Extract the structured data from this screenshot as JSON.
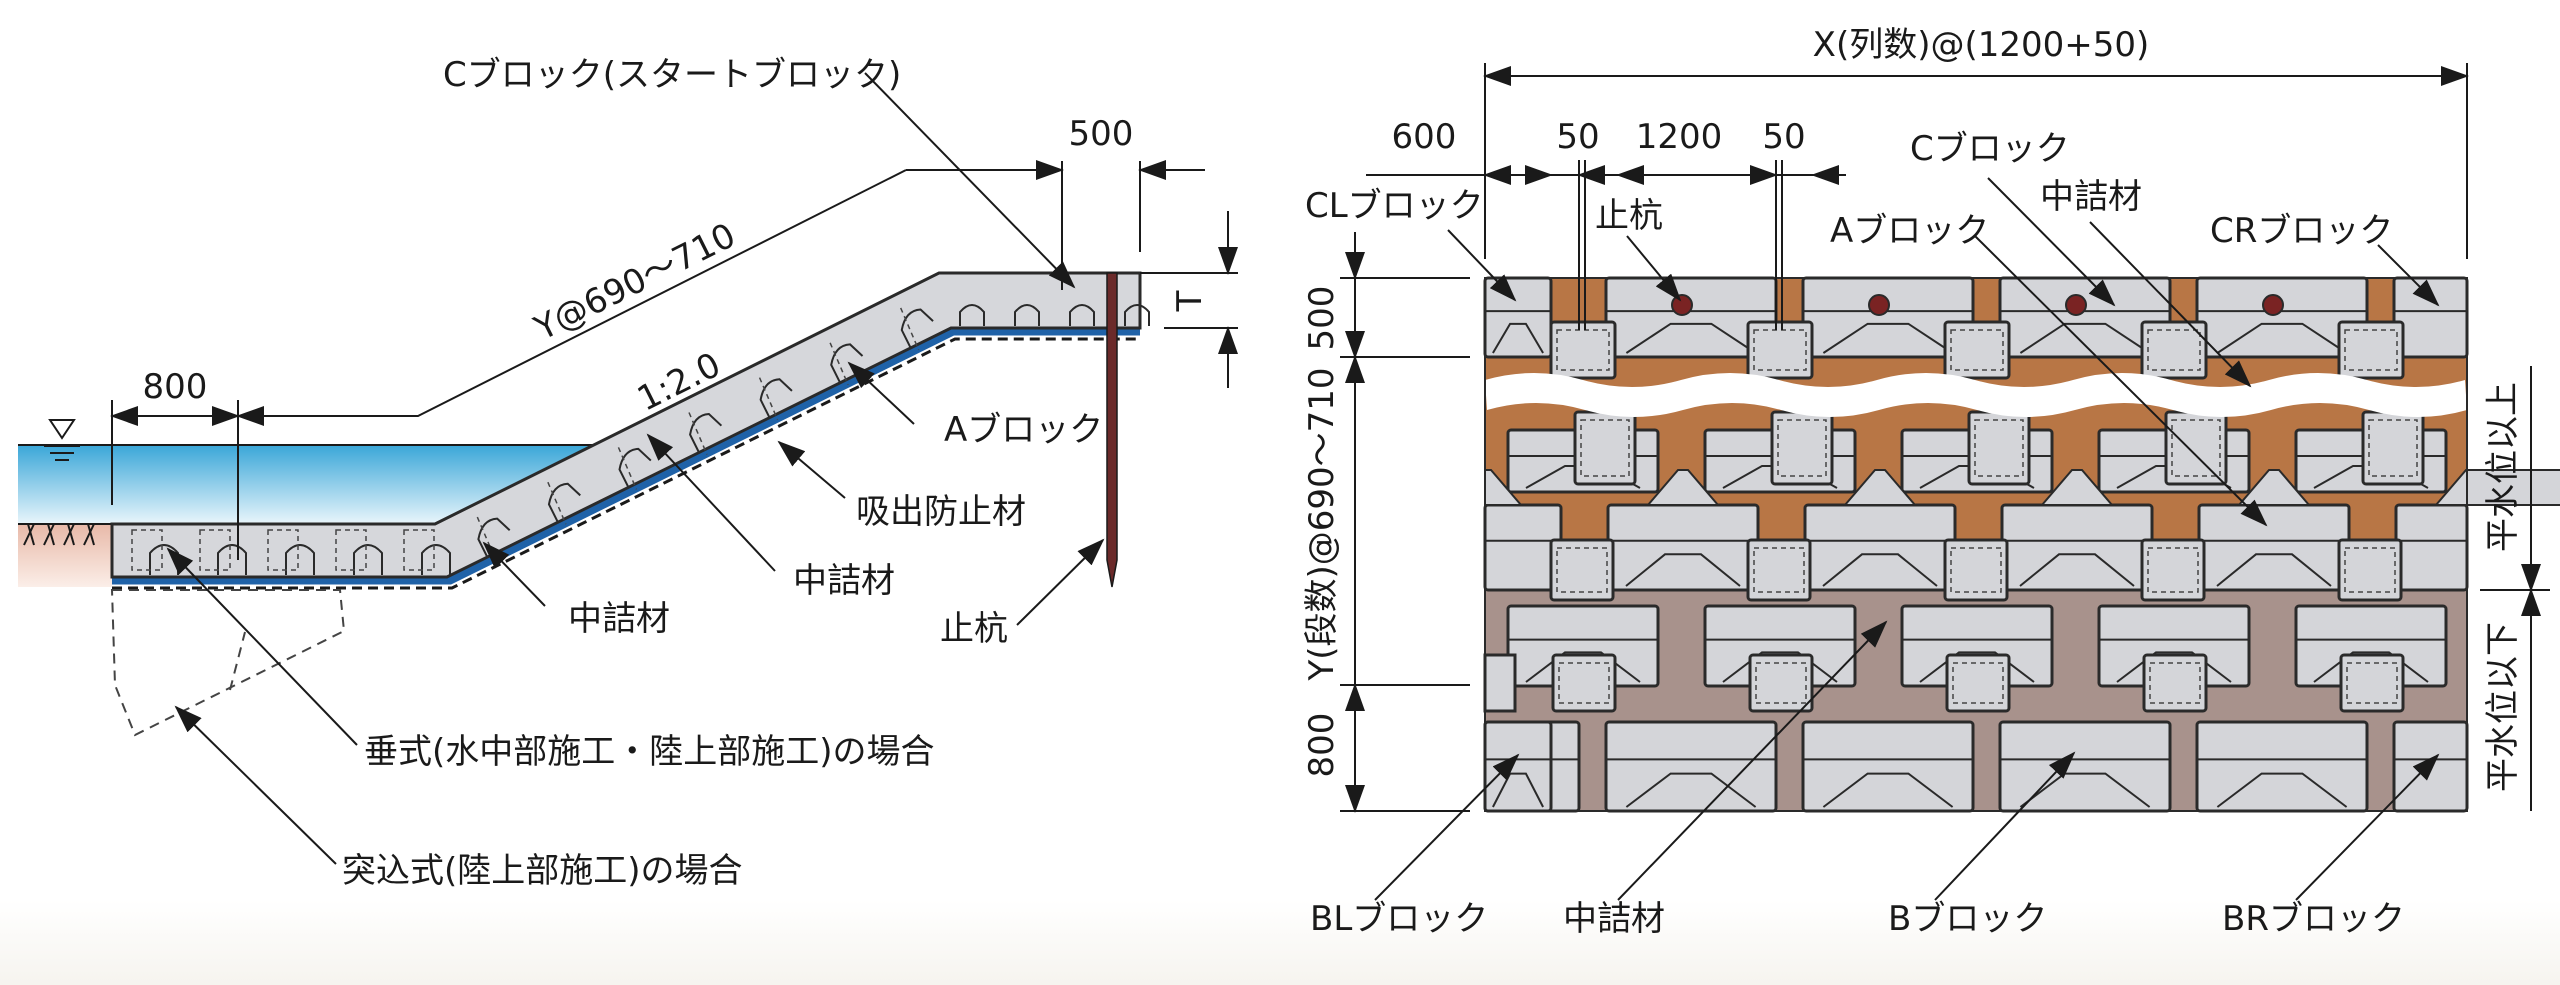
{
  "section_view": {
    "labels": {
      "c_block_start": "Cブロック(スタートブロック)",
      "dim_500": "500",
      "dim_T": "T",
      "dim_y": "Y@690～710",
      "dim_800": "800",
      "slope": "1:2.0",
      "a_block": "Aブロック",
      "anti_suction": "吸出防止材",
      "filler_1": "中詰材",
      "filler_2": "中詰材",
      "stake": "止杭",
      "vertical_case": "垂式(水中部施工・陸上部施工)の場合",
      "thrust_case": "突込式(陸上部施工)の場合"
    }
  },
  "plan_view": {
    "labels": {
      "dim_x": "X(列数)@(1200+50)",
      "dim_600": "600",
      "dim_50a": "50",
      "dim_1200": "1200",
      "dim_50b": "50",
      "cl_block": "CLブロック",
      "stake": "止杭",
      "a_block": "Aブロック",
      "c_block": "Cブロック",
      "filler_top": "中詰材",
      "cr_block": "CRブロック",
      "dim_500": "500",
      "dim_y": "Y(段数)@690～710",
      "dim_800": "800",
      "above_water": "平水位以上",
      "below_water": "平水位以下",
      "bl_block": "BLブロック",
      "filler_bottom": "中詰材",
      "b_block": "Bブロック",
      "br_block": "BRブロック"
    }
  },
  "colors": {
    "water": "#3aa6d8",
    "mat": "#1f62a8",
    "filler_above": "#b87645",
    "filler_below": "#a8928c",
    "block": "#d4d5d9",
    "stake": "#6b2a2a"
  }
}
